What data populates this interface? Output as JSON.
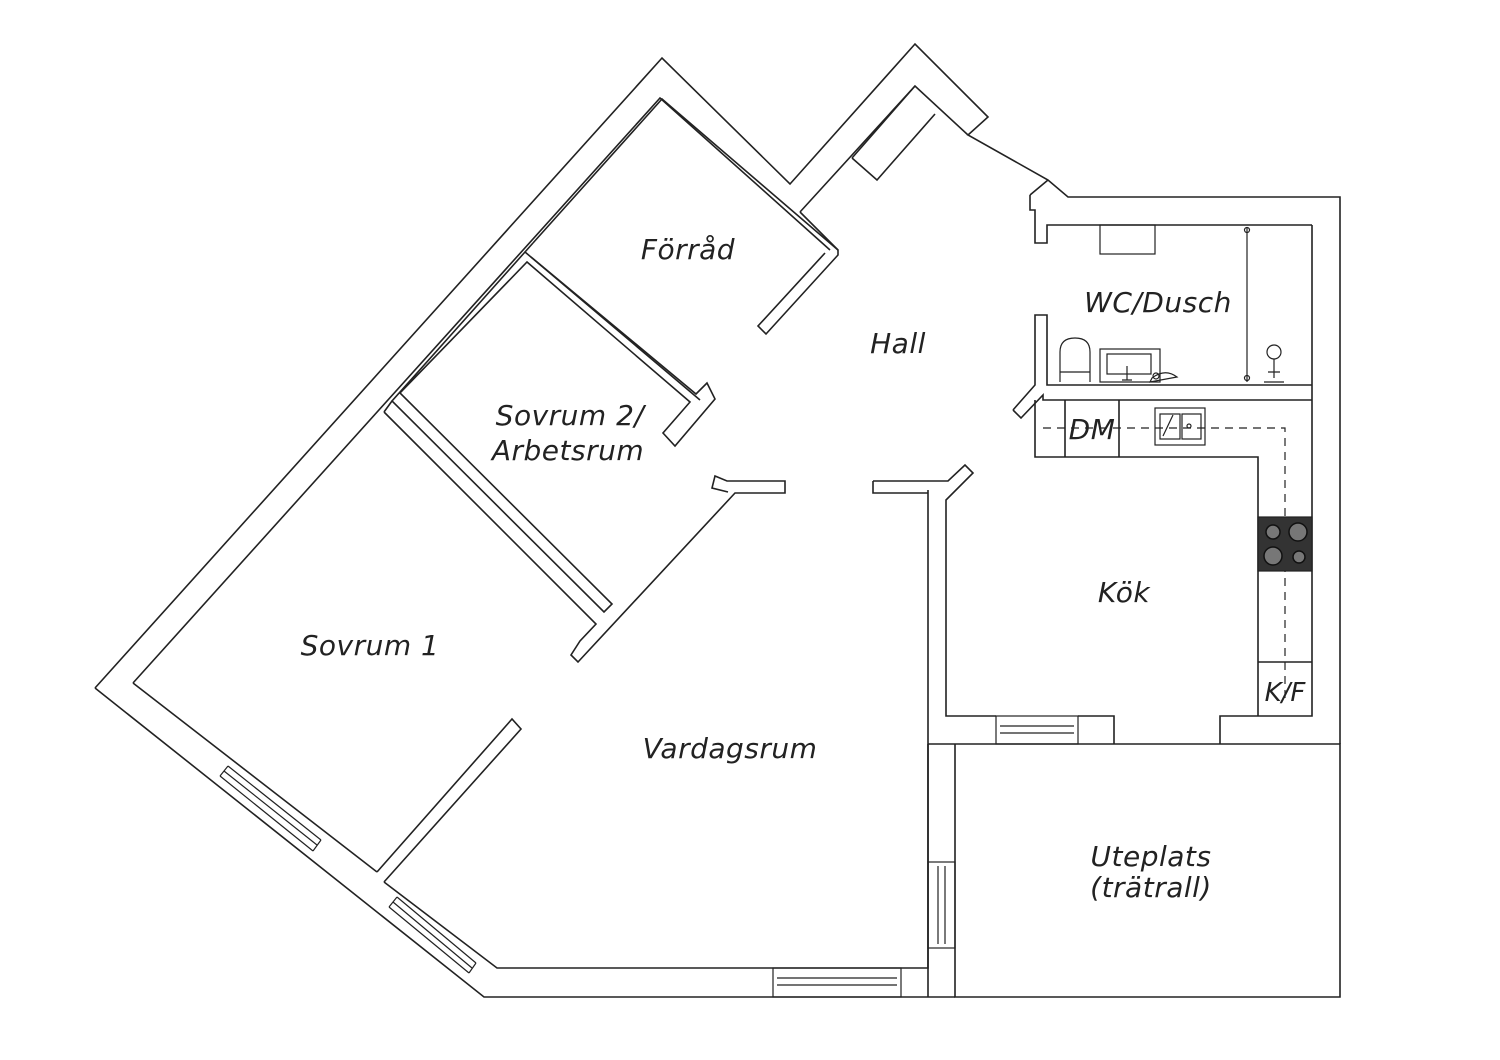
{
  "rooms": {
    "forrad": "Förråd",
    "hall": "Hall",
    "wc": "WC/Dusch",
    "sovrum2_line1": "Sovrum 2/",
    "sovrum2_line2": "Arbetsrum",
    "dm": "DM",
    "kok": "Kök",
    "sovrum1": "Sovrum 1",
    "vardagsrum": "Vardagsrum",
    "kf": "K/F",
    "uteplats_line1": "Uteplats",
    "uteplats_line2": "(trätrall)"
  }
}
